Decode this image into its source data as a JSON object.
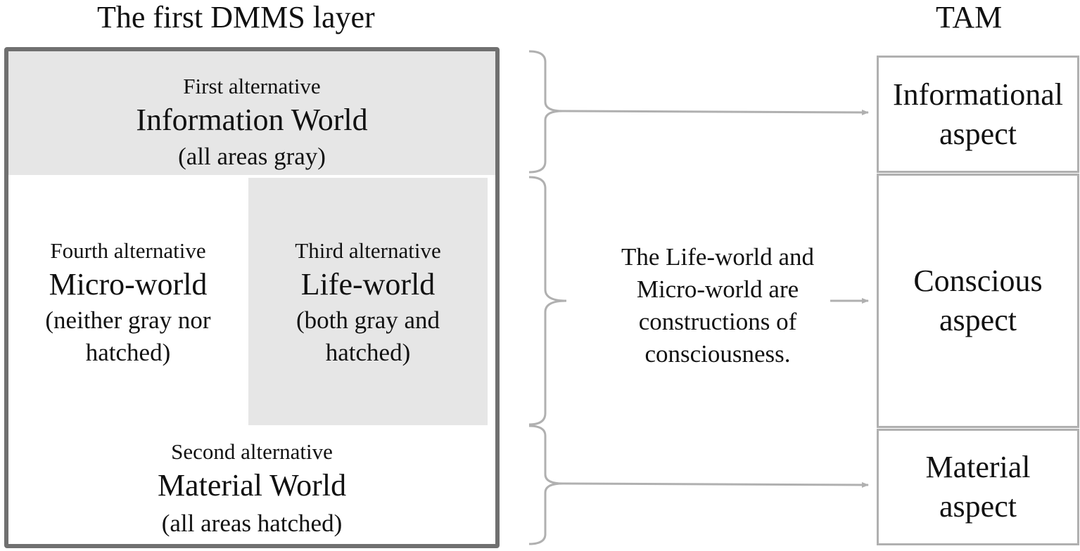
{
  "titles": {
    "left": "The first DMMS layer",
    "right": "TAM"
  },
  "regions": {
    "information": {
      "label": "First alternative",
      "name": "Information World",
      "desc": "(all areas gray)"
    },
    "micro": {
      "label": "Fourth alternative",
      "name": "Micro-world",
      "desc_line1": "(neither gray nor",
      "desc_line2": "hatched)"
    },
    "life": {
      "label": "Third alternative",
      "name": "Life-world",
      "desc_line1": "(both gray and",
      "desc_line2": "hatched)"
    },
    "material": {
      "label": "Second alternative",
      "name": "Material World",
      "desc": "(all areas hatched)"
    }
  },
  "middle_text": {
    "line1": "The Life-world and",
    "line2": "Micro-world are",
    "line3": "constructions of",
    "line4": "consciousness."
  },
  "tam": {
    "informational": {
      "line1": "Informational",
      "line2": "aspect"
    },
    "conscious": {
      "line1": "Conscious",
      "line2": "aspect"
    },
    "material": {
      "line1": "Material",
      "line2": "aspect"
    }
  },
  "colors": {
    "gray_fill": "#e6e6e6",
    "frame": "#707070",
    "connector": "#b0b0b0",
    "hatch": "#222222"
  }
}
